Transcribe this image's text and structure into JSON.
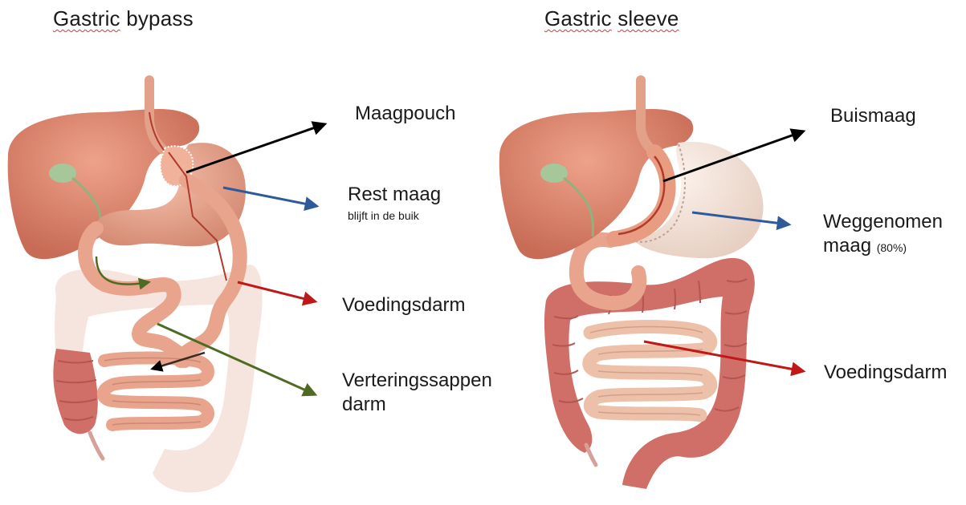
{
  "titles": {
    "left": {
      "word1": "Gastric",
      "word2": "bypass"
    },
    "right": {
      "word1": "Gastric",
      "word2": "sleeve"
    }
  },
  "labels": {
    "maagpouch": "Maagpouch",
    "rest_maag": "Rest maag",
    "rest_maag_sub": "blijft in de buik",
    "voedingsdarm_left": "Voedingsdarm",
    "verteringssappen_line1": "Verteringssappen",
    "verteringssappen_line2": "darm",
    "buismaag": "Buismaag",
    "weggenomen_line1": "Weggenomen",
    "weggenomen_line2": "maag",
    "weggenomen_pct": "(80%)",
    "voedingsdarm_right": "Voedingsdarm"
  },
  "colors": {
    "arrow_black": "#000000",
    "arrow_blue": "#2e5a9a",
    "arrow_red": "#c01818",
    "arrow_green": "#4f6a22",
    "liver": "#d98068",
    "stomach": "#e8a48c",
    "intestine": "#cf6f68",
    "gallbladder": "#a6c79a",
    "removed_stomach": "#f1e2d8"
  }
}
